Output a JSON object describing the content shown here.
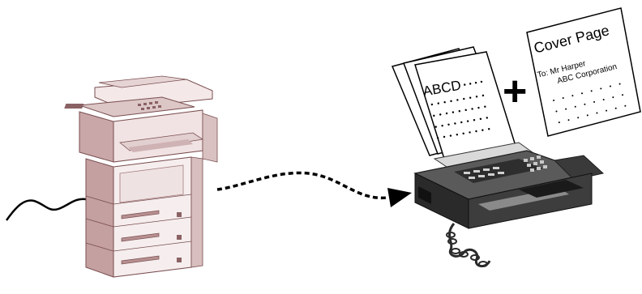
{
  "document_page": {
    "text": "ABCD"
  },
  "cover_page": {
    "title": "Cover Page",
    "to_line": "To: Mr Harper",
    "company_line": "ABC Corporation"
  },
  "plus_symbol": "+",
  "colors": {
    "copier_body": "#ecdcdc",
    "copier_shade": "#b98f90",
    "copier_outline": "#7a4e50",
    "fax_body": "#3a3a3a",
    "fax_dark": "#1e1e1e",
    "fax_light": "#8a8a8a",
    "line": "#000000"
  },
  "icons": [
    "copier-icon",
    "fax-machine-icon",
    "cable-icon",
    "dashed-arrow-icon"
  ]
}
